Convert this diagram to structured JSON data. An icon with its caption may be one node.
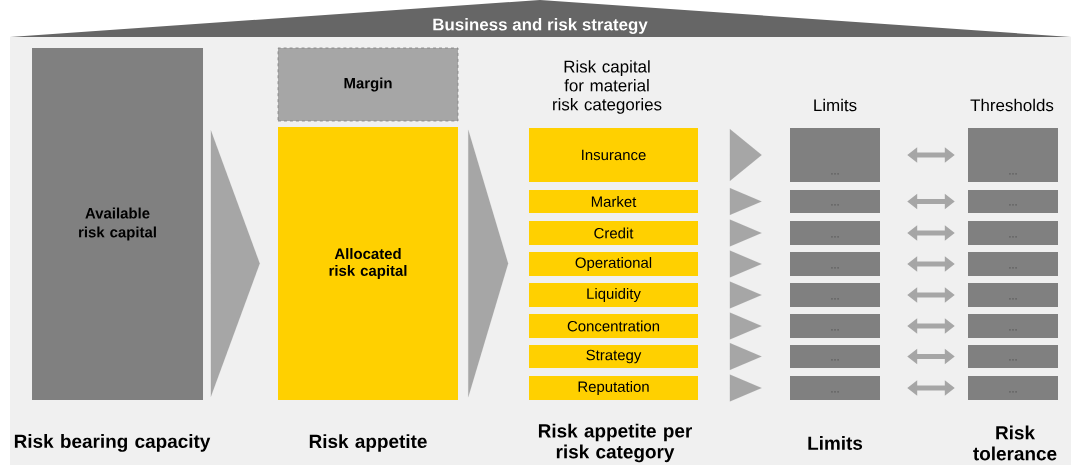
{
  "diagram": {
    "title": "Business and risk strategy",
    "nodes": [
      {
        "text": [
          "Available risk capital"
        ]
      },
      {
        "text": [
          "Margin"
        ]
      },
      {
        "text": [
          "Allocated risk capital"
        ]
      },
      {
        "text": [
          "Insurance"
        ]
      },
      {
        "text": [
          "Market"
        ]
      },
      {
        "text": [
          "Credit"
        ]
      },
      {
        "text": [
          "Operational"
        ]
      },
      {
        "text": [
          "Liquidity"
        ]
      },
      {
        "text": [
          "Concentration"
        ]
      },
      {
        "text": [
          "Strategy"
        ]
      },
      {
        "text": [
          "Reputation"
        ]
      },
      {
        "text": [
          "..."
        ]
      },
      {
        "text": [
          "..."
        ]
      },
      {
        "text": [
          "..."
        ]
      },
      {
        "text": [
          "..."
        ]
      },
      {
        "text": [
          "..."
        ]
      },
      {
        "text": [
          "..."
        ]
      },
      {
        "text": [
          "..."
        ]
      },
      {
        "text": [
          "..."
        ]
      },
      {
        "text": [
          "..."
        ]
      },
      {
        "text": [
          "..."
        ]
      },
      {
        "text": [
          "..."
        ]
      },
      {
        "text": [
          "..."
        ]
      },
      {
        "text": [
          "..."
        ]
      },
      {
        "text": [
          "..."
        ]
      },
      {
        "text": [
          "..."
        ]
      },
      {
        "text": [
          "..."
        ]
      }
    ],
    "edges": [
      {
        "from": 0,
        "to": 2,
        "arrow": "to"
      },
      {
        "from": 2,
        "to": null,
        "arrow": "to"
      },
      {
        "from": 3,
        "to": 11,
        "arrow": "to"
      },
      {
        "from": 4,
        "to": 12,
        "arrow": "to"
      },
      {
        "from": 5,
        "to": 13,
        "arrow": "to"
      },
      {
        "from": 6,
        "to": 14,
        "arrow": "to"
      },
      {
        "from": 7,
        "to": 15,
        "arrow": "to"
      },
      {
        "from": 8,
        "to": 16,
        "arrow": "to"
      },
      {
        "from": 9,
        "to": 17,
        "arrow": "to"
      },
      {
        "from": 10,
        "to": 18,
        "arrow": "to"
      },
      {
        "from": 11,
        "to": 19,
        "arrow": "both"
      },
      {
        "from": 12,
        "to": 20,
        "arrow": "both"
      },
      {
        "from": 13,
        "to": 21,
        "arrow": "both"
      },
      {
        "from": 14,
        "to": 22,
        "arrow": "both"
      },
      {
        "from": 15,
        "to": 23,
        "arrow": "both"
      },
      {
        "from": 16,
        "to": 24,
        "arrow": "both"
      },
      {
        "from": 17,
        "to": 25,
        "arrow": "both"
      },
      {
        "from": 18,
        "to": 26,
        "arrow": "both"
      }
    ],
    "labels": [
      "Risk capital for material risk categories",
      "Limits",
      "Thresholds",
      "Risk bearing capacity",
      "Risk appetite",
      "Risk appetite per risk category",
      "Limits",
      "Risk tolerance"
    ]
  }
}
